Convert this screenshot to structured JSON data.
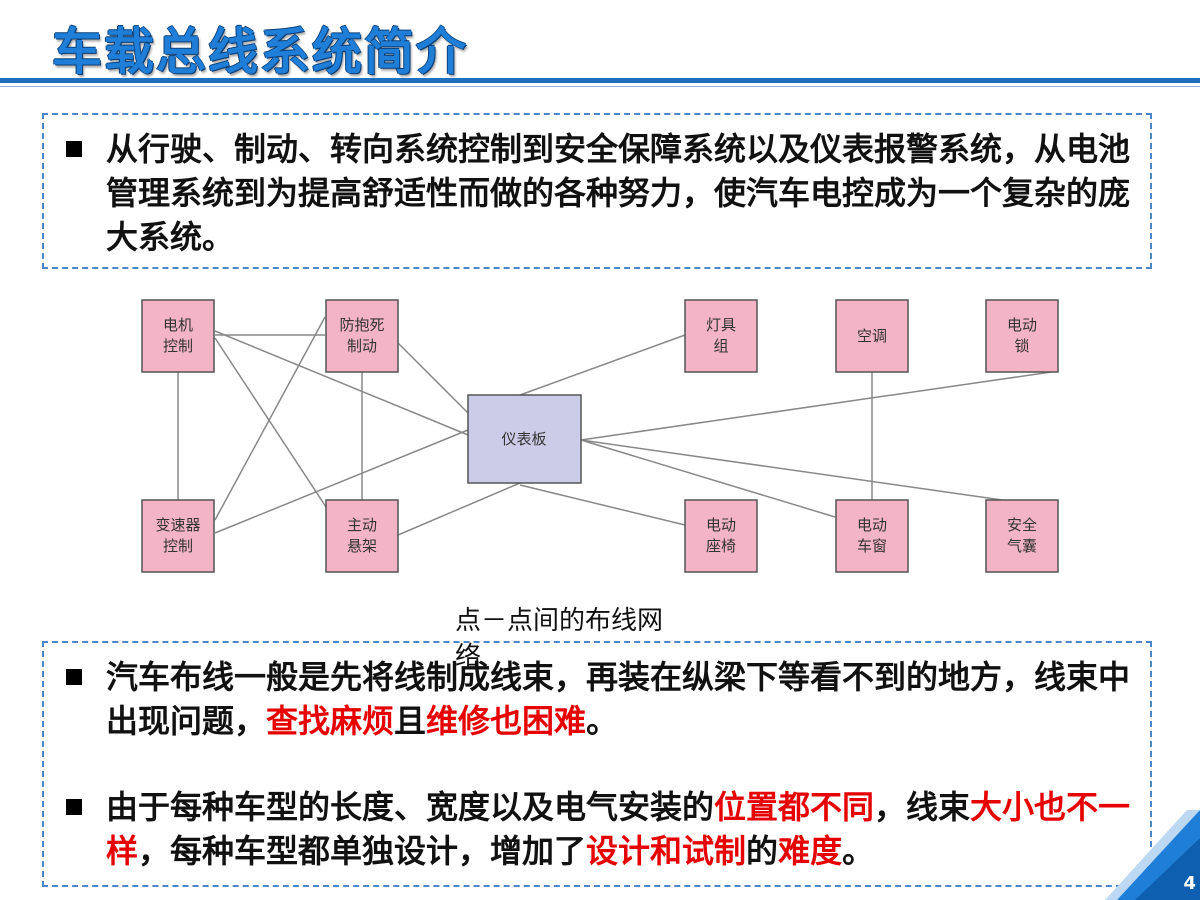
{
  "slide": {
    "title": "车载总线系统简介",
    "page_number": "4"
  },
  "intro": {
    "text": "从行驶、制动、转向系统控制到安全保障系统以及仪表报警系统，从电池管理系统到为提高舒适性而做的各种努力，使汽车电控成为一个复杂的庞大系统。"
  },
  "diagram": {
    "caption_line1": "点－点间的布线网",
    "caption_line2": "络",
    "center_node": "仪表板",
    "nodes": {
      "motor_control": [
        "电机",
        "控制"
      ],
      "abs_brake": [
        "防抱死",
        "制动"
      ],
      "lamp_group": [
        "灯具",
        "组"
      ],
      "air_conditioner": [
        "空调"
      ],
      "power_lock": [
        "电动",
        "锁"
      ],
      "transmission_control": [
        "变速器",
        "控制"
      ],
      "active_suspension": [
        "主动",
        "悬架"
      ],
      "power_seat": [
        "电动",
        "座椅"
      ],
      "power_window": [
        "电动",
        "车窗"
      ],
      "airbag": [
        "安全",
        "气囊"
      ]
    },
    "colors": {
      "node_fill": "#f4b4c8",
      "center_fill": "#cccce8",
      "line": "#888888"
    }
  },
  "points": {
    "p1": {
      "part1": "汽车布线一般是先将线制成线束，再装在纵梁下等看不到的地方，线束中出现问题，",
      "part2": "查找麻烦",
      "part3": "且",
      "part4": "维修也困难",
      "part5": "。"
    },
    "p2": {
      "part1": "由于每种车型的长度、宽度以及电气安装的",
      "part2": "位置都不同",
      "part3": "，线束",
      "part4": "大小也不一样",
      "part5": "，每种车型都单独设计，增加了",
      "part6": "设计和试制",
      "part7": "的",
      "part8": "难度",
      "part9": "。"
    }
  },
  "theme": {
    "title_color": "#1f7fd8",
    "accent_blue": "#1d6fc0",
    "highlight_red": "#e60000"
  }
}
